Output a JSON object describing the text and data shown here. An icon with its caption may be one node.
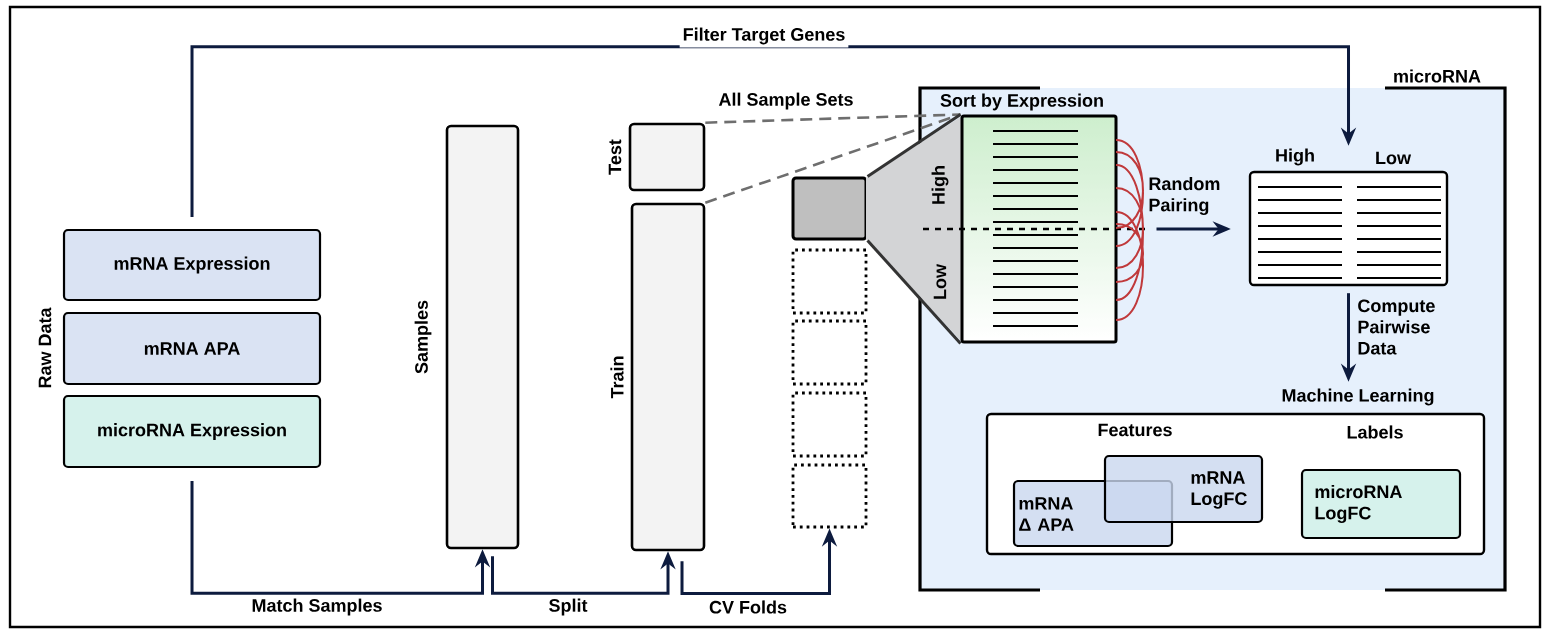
{
  "diagram": {
    "nodes": [
      {
        "text": [
          "mRNA Expression"
        ]
      },
      {
        "text": [
          "mRNA APA"
        ]
      },
      {
        "text": [
          "microRNA Expression"
        ]
      },
      {
        "text": [
          "Samples"
        ]
      },
      {
        "text": [
          "Test"
        ]
      },
      {
        "text": [
          "Train"
        ]
      },
      {
        "text": [],
        "shape": "box"
      },
      {
        "text": [],
        "shape": "box"
      },
      {
        "text": [],
        "shape": "box"
      },
      {
        "text": [],
        "shape": "box"
      },
      {
        "text": [],
        "shape": "box"
      },
      {
        "text": [
          "microRNA"
        ]
      },
      {
        "text": [
          "Sort by Expression",
          "High",
          "Low"
        ],
        "in": 11
      },
      {
        "text": [
          "High",
          "Low"
        ],
        "in": 11
      },
      {
        "text": [
          "Machine Learning",
          "Features",
          "Labels"
        ],
        "in": 11
      },
      {
        "text": [
          "mRNA Δ APA"
        ],
        "in": 14
      },
      {
        "text": [
          "mRNA LogFC"
        ],
        "in": 14
      },
      {
        "text": [
          "microRNA LogFC"
        ],
        "in": 14
      }
    ],
    "edges": [
      {
        "from": 2,
        "to": 3,
        "arrow": "to",
        "label": "Match Samples"
      },
      {
        "from": 3,
        "to": 5,
        "arrow": "to",
        "label": "Split"
      },
      {
        "from": 5,
        "to": 10,
        "arrow": "to",
        "label": "CV Folds"
      },
      {
        "from": 0,
        "to": 13,
        "arrow": "to",
        "label": "Filter Target Genes"
      },
      {
        "from": 12,
        "to": 13,
        "arrow": "to",
        "label": "Random Pairing"
      },
      {
        "from": 13,
        "to": 14,
        "arrow": "to",
        "label": "Compute Pairwise Data"
      },
      {
        "from": 4,
        "to": 12,
        "arrow": "none",
        "style": "dashed",
        "color": "#6e6e6e",
        "label": "All Sample Sets"
      },
      {
        "from": 5,
        "to": 12,
        "arrow": "none",
        "style": "dashed",
        "color": "#6e6e6e"
      },
      {
        "from": 6,
        "to": 12,
        "arrow": "none",
        "color": "#333333"
      },
      {
        "from": 6,
        "to": 12,
        "arrow": "none",
        "color": "#333333"
      }
    ],
    "labels": [
      "Raw Data"
    ]
  }
}
